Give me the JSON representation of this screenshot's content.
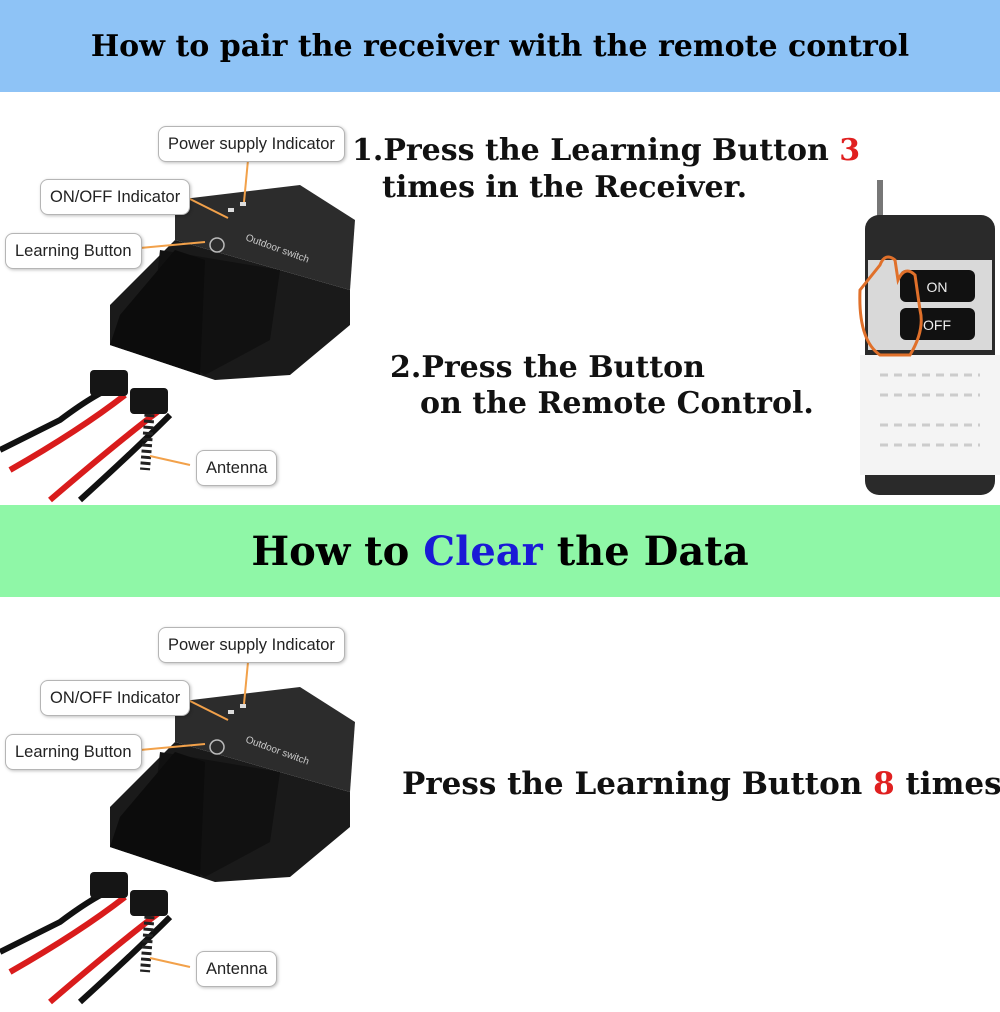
{
  "pairing": {
    "title": "How to pair the receiver with the remote control",
    "step1_line1": "1.Press the Learning Button",
    "step1_count": "3",
    "step1_line2": "times in the Receiver.",
    "step2_line1": "2.Press the Button",
    "step2_line2": "on the Remote Control."
  },
  "clear": {
    "title_pre": "How to",
    "title_highlight": "Clear",
    "title_post": "the Data",
    "instruction_pre": "Press the Learning Button",
    "instruction_count": "8",
    "instruction_post": "times"
  },
  "labels": {
    "power_supply_indicator": "Power supply Indicator",
    "on_off_indicator": "ON/OFF Indicator",
    "learning_button": "Learning Button",
    "antenna": "Antenna"
  },
  "remote": {
    "on": "ON",
    "off": "OFF"
  },
  "colors": {
    "top_banner": "#8ec3f6",
    "mid_banner": "#8ff7a7",
    "highlight_red": "#e02020",
    "highlight_blue": "#1a1ad6",
    "callout_arrow": "#f2a14a"
  },
  "icons": {
    "hand": "hand-press-icon"
  }
}
